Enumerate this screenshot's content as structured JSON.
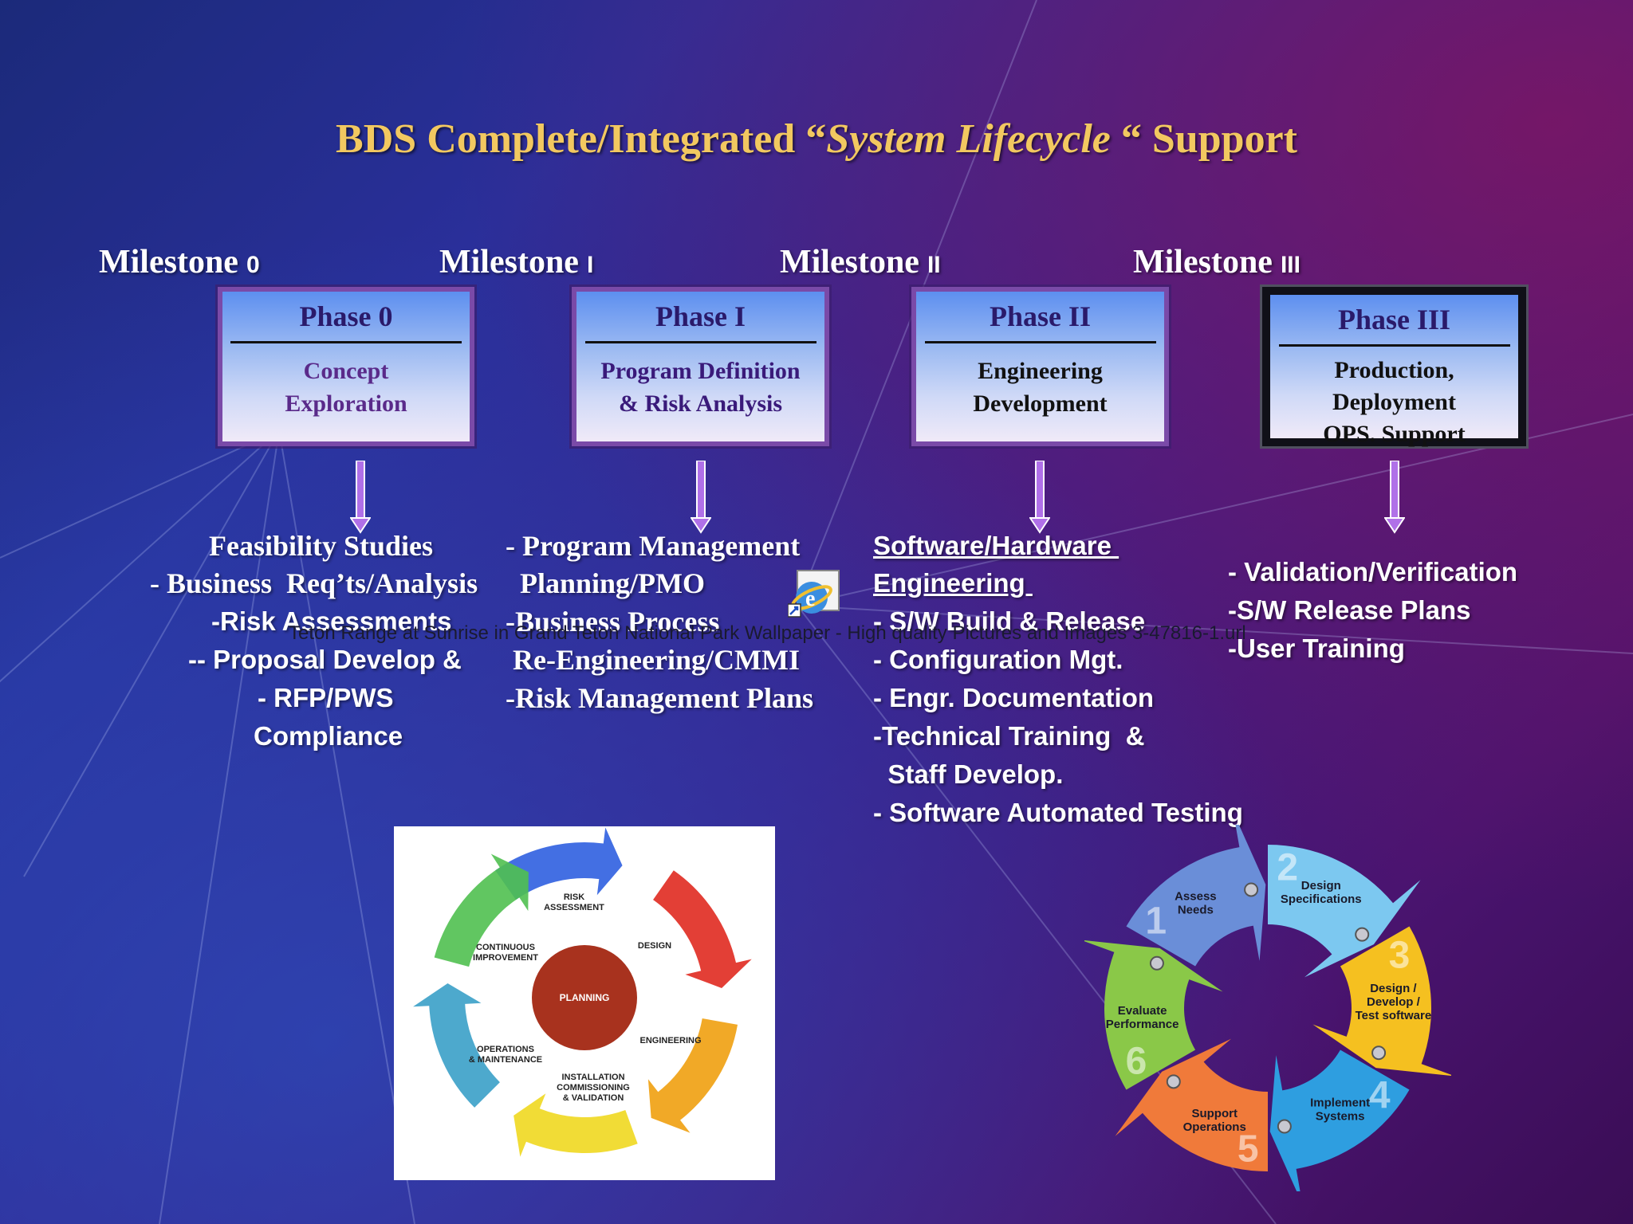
{
  "title": {
    "prefix": "BDS Complete/Integrated “",
    "emphasis": "System Lifecycle",
    "suffix": " “ Support"
  },
  "milestones": [
    {
      "label": "Milestone",
      "numeral": "0"
    },
    {
      "label": "Milestone",
      "numeral": "I"
    },
    {
      "label": "Milestone",
      "numeral": "II"
    },
    {
      "label": "Milestone",
      "numeral": "III"
    }
  ],
  "phases": [
    {
      "title": "Phase 0",
      "description": "Concept\nExploration"
    },
    {
      "title": "Phase I",
      "description": "Program Definition\n& Risk Analysis"
    },
    {
      "title": "Phase II",
      "description": "Engineering\nDevelopment"
    },
    {
      "title": "Phase III",
      "description": "Production,\nDeployment\nOPS. Support"
    }
  ],
  "activities": {
    "phase0": [
      "Feasibility Studies",
      "- Business  Req’ts/Analysis",
      "-Risk Assessments",
      "-- Proposal Develop &",
      "- RFP/PWS",
      "Compliance"
    ],
    "phase1": [
      "- Program Management",
      "  Planning/PMO",
      "-Business Process",
      " Re-Engineering/CMMI",
      "-Risk Management Plans"
    ],
    "phase2": [
      "Software/Hardware ",
      "Engineering ",
      "- S/W Build & Release",
      "- Configuration Mgt.",
      "- Engr. Documentation",
      "-Technical Training  &",
      "  Staff Develop.",
      "- Software Automated Testing"
    ],
    "phase3": [
      "- Validation/Verification",
      "-S/W Release Plans",
      "-User Training"
    ]
  },
  "image_caption": "Teton Range at Sunrise in Grand Teton National Park Wallpaper - High quality Pictures and Images  3-47816-1.url",
  "cycle_left": {
    "center": "PLANNING",
    "labels": [
      "RISK\nASSESSMENT",
      "DESIGN",
      "ENGINEERING",
      "INSTALLATION\nCOMMISSIONING\n& VALIDATION",
      "OPERATIONS\n& MAINTENANCE",
      "CONTINUOUS\nIMPROVEMENT"
    ],
    "colors": [
      "#2f5fe0",
      "#e02a20",
      "#f0a010",
      "#f0d820",
      "#3aa0c8",
      "#50c050"
    ]
  },
  "cycle_right": {
    "numbers": [
      "1",
      "2",
      "3",
      "4",
      "5",
      "6"
    ],
    "labels": [
      "Assess\nNeeds",
      "Design\nSpecifications",
      "Design /\nDevelop /\nTest software",
      "Implement\nSystems",
      "Support\nOperations",
      "Evaluate\nPerformance"
    ],
    "colors": [
      "#6a8ed8",
      "#7cc8f0",
      "#f5c020",
      "#2e9ee0",
      "#f07a3a",
      "#8ac848"
    ]
  },
  "colors": {
    "title": "#f2c860",
    "phase_border": "#7a4aa8",
    "arrow": "#b070e8"
  }
}
